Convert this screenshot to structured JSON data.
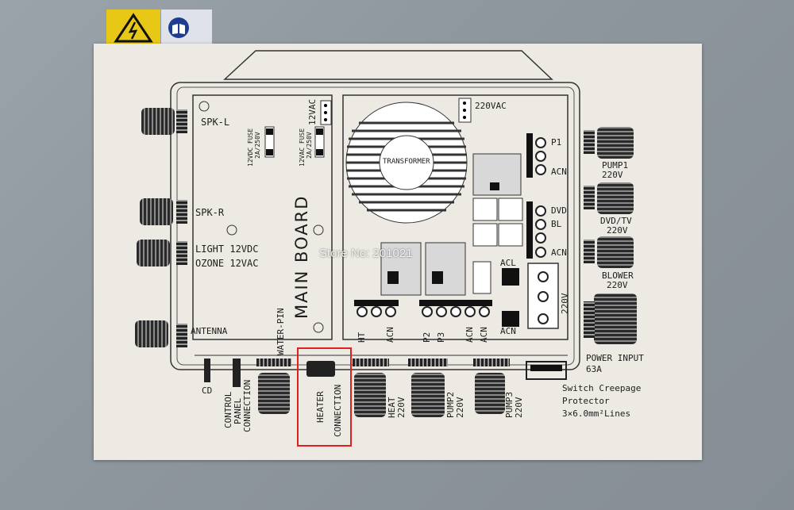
{
  "labels": {
    "spk_l": "SPK-L",
    "spk_r": "SPK-R",
    "light": "LIGHT 12VDC",
    "ozone": "OZONE 12VAC",
    "antenna": "ANTENNA",
    "fuse_12vdc": "12VDC FUSE",
    "fuse_12vdc_rating": "2A/250V",
    "fuse_12vac": "12VAC FUSE",
    "fuse_12vac_rating": "2A/250V",
    "vac12": "12VAC",
    "vac220": "220VAC",
    "main_board": "MAIN BOARD",
    "transformer": "TRANSFORMER",
    "water_pin": "WATER-PIN",
    "cd": "CD",
    "control_panel_1": "CONTROL",
    "control_panel_2": "PANEL",
    "control_panel_3": "CONNECTION",
    "heater_1": "HEATER",
    "heater_2": "CONNECTION",
    "ht": "HT",
    "acn_ht": "ACN",
    "p2": "P2",
    "p3": "P3",
    "acn_p1": "ACN",
    "acn_p2": "ACN",
    "heat_1": "HEAT",
    "heat_2": "220V",
    "pump2_1": "PUMP2",
    "pump2_2": "220V",
    "pump3_1": "PUMP3",
    "pump3_2": "220V",
    "p1": "P1",
    "acn_right1": "ACN",
    "dvd": "DVD",
    "bl": "BL",
    "acn_right2": "ACN",
    "acl": "ACL",
    "acn_bottom": "ACN",
    "v220_side": "220V",
    "pump1_1": "PUMP1",
    "pump1_2": "220V",
    "dvdtv_1": "DVD/TV",
    "dvdtv_2": "220V",
    "blower_1": "BLOWER",
    "blower_2": "220V",
    "power_1": "POWER INPUT",
    "power_2": "63A",
    "switch_1": "Switch Creepage",
    "switch_2": "Protector",
    "switch_3": "3×6.0mm²Lines"
  },
  "watermark": "Store No: 201021",
  "colors": {
    "highlight": "#e02020",
    "warning": "#e8c817",
    "mandatory_sign": "#1f3d8f"
  },
  "icons": [
    "high-voltage-warning-icon",
    "read-manual-icon"
  ]
}
